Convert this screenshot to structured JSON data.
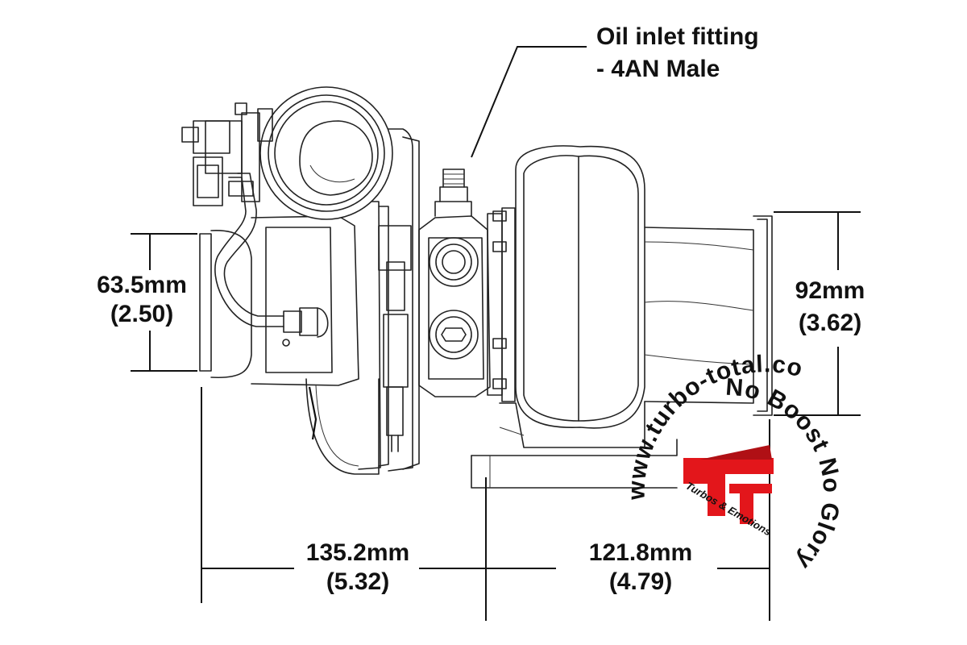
{
  "callout": {
    "line1": "Oil inlet fitting",
    "line2": "- 4AN Male"
  },
  "dimensions": {
    "compressor_inlet": {
      "mm": "63.5mm",
      "in": "(2.50)"
    },
    "turbine_outlet": {
      "mm": "92mm",
      "in": "(3.62)"
    },
    "length_left": {
      "mm": "135.2mm",
      "in": "(5.32)"
    },
    "length_right": {
      "mm": "121.8mm",
      "in": "(4.79)"
    }
  },
  "watermark": {
    "url_text": "www.turbo-total.com",
    "slogan": "No Boost No Glory",
    "tagline": "Turbos & Emotions",
    "logo_color": "#e3161b"
  },
  "colors": {
    "ink": "#111111",
    "background": "#ffffff"
  }
}
